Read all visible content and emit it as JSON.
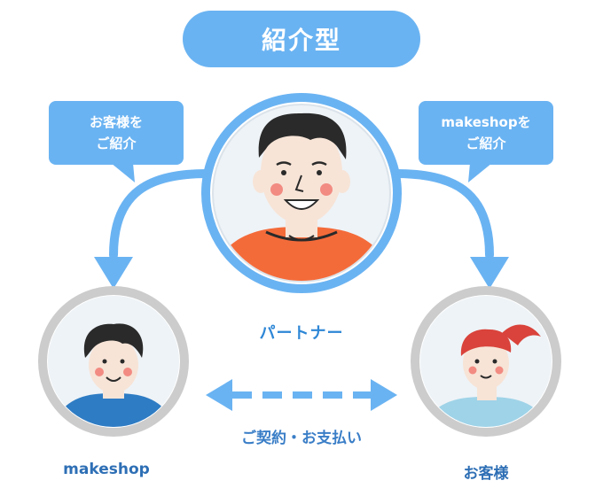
{
  "title": "紹介型",
  "bubbles": {
    "left": {
      "line1": "お客様を",
      "line2": "ご紹介"
    },
    "right": {
      "line1": "makeshopを",
      "line2": "ご紹介"
    }
  },
  "nodes": {
    "partner": "パートナー",
    "makeshop": "makeshop",
    "customer": "お客様"
  },
  "relation": "ご契約・お支払い",
  "colors": {
    "accent": "#6ab3f2",
    "ring_blue": "#6ab3f2",
    "ring_gray": "#cccccc",
    "partner_shirt": "#f46b3a",
    "makeshop_shirt": "#2e7cc4",
    "customer_shirt": "#9fd3e8",
    "customer_hair": "#d9433b"
  },
  "icons": [
    "partner-avatar",
    "makeshop-avatar",
    "customer-avatar",
    "arrow-down-icon",
    "double-arrow-icon"
  ]
}
